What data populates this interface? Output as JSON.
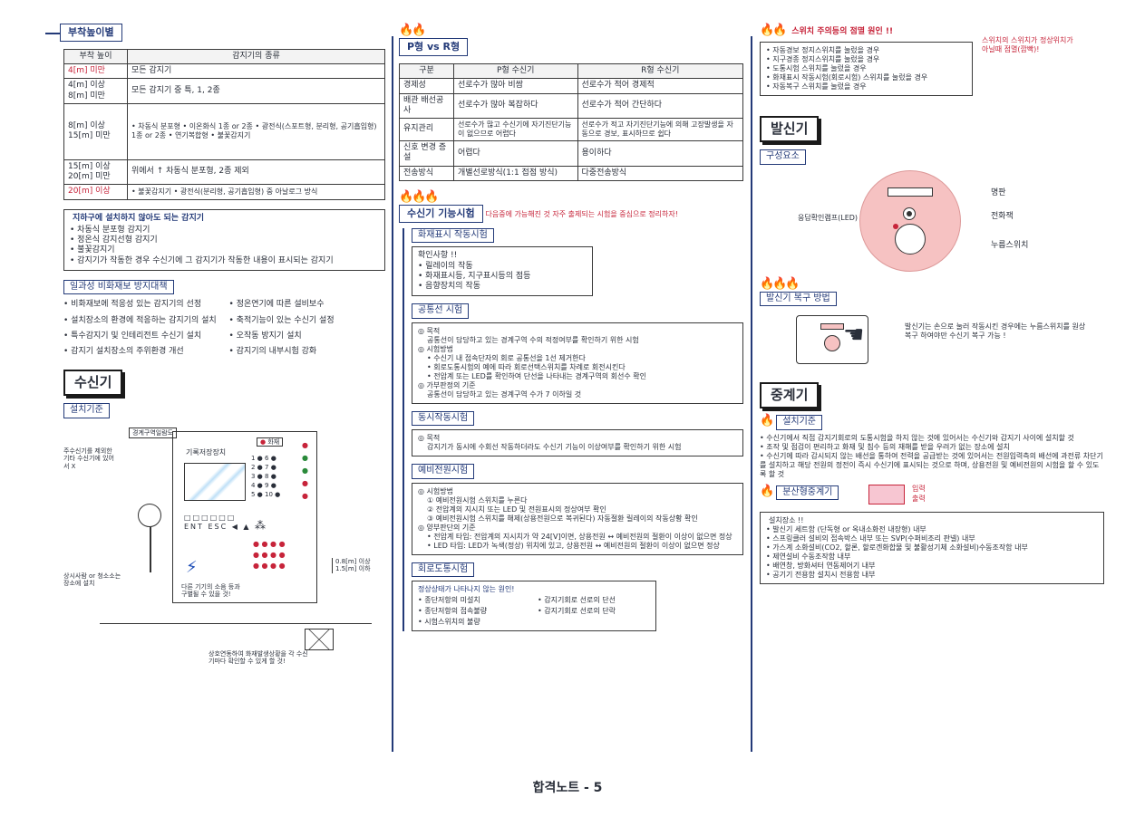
{
  "col1": {
    "height_title": "부착높이별",
    "height_table": {
      "headers": [
        "부착 높이",
        "감지기의 종류"
      ],
      "rows": [
        [
          "4[m] 미만",
          "모든 감지기"
        ],
        [
          "4[m] 이상 8[m] 미만",
          "모든 감지기 중 특, 1, 2종"
        ],
        [
          "8[m] 이상 15[m] 미만",
          "• 차동식 분포형 • 이온화식 1종 or 2종 • 광전식(스포트형, 분리형, 공기흡입형) 1종 or 2종 • 연기복합형 • 불꽃감지기"
        ],
        [
          "15[m] 이상 20[m] 미만",
          "위에서 ↑ 차동식 분포형, 2종 제외"
        ],
        [
          "20[m] 이상",
          "• 불꽃감지기 • 광전식(분리형, 공기흡입형) 중 아날로그 방식"
        ]
      ]
    },
    "nonstorage_title": "지하구에 설치하지 않아도 되는 감지기",
    "nonstorage_items": [
      "차동식 분포형 감지기",
      "정온식 감지선형 감지기",
      "불꽃감지기",
      "감지기가 작동한 경우 수신기에 그 감지기가 작동한 내용이 표시되는 감지기"
    ],
    "prevent_title": "일과성 비화재보 방지대책",
    "prevent_items": [
      "비화재보에 적응성 있는 감지기의 선정",
      "정온연기에 따른 설비보수",
      "설치장소의 환경에 적응하는 감지기의 설치",
      "축적기능이 있는 수신기 설정",
      "특수감지기 및 인테리전트 수신기 설치",
      "오작동 방지기 설치",
      "감지기 설치장소의 주위환경 개선",
      "감지기의 내부시험 강화"
    ],
    "receiver_title": "수신기",
    "install_title": "설치기준",
    "fig_warning": "경계구역일람도",
    "fig_left_note": "주수신기를 제외한 기타 수신기에 있어서 X",
    "fig_panel_title": "기록저장장치",
    "fig_fire": "화재",
    "fig_person_note": "상시사람 or 청소소는 장소에 설치",
    "fig_sound_note": "다른 기기의 소음 등과 구별될 수 있을 것!",
    "fig_height": "0.8[m] 이상 1.5[m] 이하",
    "fig_bottom_note": "상호연동하여 화재발생상황을 각 수신기마다 확인할 수 있게 할 것!"
  },
  "col2": {
    "pr_title": "P형 vs R형",
    "pr_headers": [
      "구분",
      "P형 수신기",
      "R형 수신기"
    ],
    "pr_rows": [
      [
        "경제성",
        "선로수가 많아 비쌈",
        "선로수가 적어 경제적"
      ],
      [
        "배관 배선공사",
        "선로수가 많아 복잡하다",
        "선로수가 적어 간단하다"
      ],
      [
        "유지관리",
        "선로수가 많고 수신기에 자기진단기능이 없으므로 어렵다",
        "선로수가 적고 자기진단기능에 의해 고장발생을 자동으로 경보, 표시하므로 쉽다"
      ],
      [
        "신호 변경 증설",
        "어렵다",
        "용이하다"
      ],
      [
        "전송방식",
        "개별선로방식(1:1 접점 방식)",
        "다중전송방식"
      ]
    ],
    "test_title": "수신기 기능시험",
    "test_note": "다음중에 가능해진 것 자주 출제되는 시험을 중심으로 정리하자!",
    "fire_test_title": "화재표시 작동시험",
    "fire_test_check": "확인사항 !!",
    "fire_test_items": [
      "릴레이의 작동",
      "화재표시등, 지구표시등의 점등",
      "음향장치의 작동"
    ],
    "common_title": "공통선 시험",
    "common_purpose_h": "◎ 목적",
    "common_purpose": "공통선이 담당하고 있는 경계구역 수의 적정여부를 확인하기 위한 시험",
    "common_method_h": "◎ 시험방법",
    "common_method": [
      "수신기 내 접속단자의 회로 공통선을 1선 제거한다",
      "회로도통시험의 예에 따라 회로선택스위치를 차례로 회전시킨다",
      "전압계 또는 LED를 확인하여 단선을 나타내는 경계구역의 회선수 확인"
    ],
    "common_judge_h": "◎ 가부판정의 기준",
    "common_judge": "공통선이 담당하고 있는 경계구역 수가 7 이하일 것",
    "simul_title": "동시작동시험",
    "simul_purpose_h": "◎ 목적",
    "simul_purpose": "감지기가 동시에 수회선 작동하더라도 수신기 기능이 이상여부를 확인하기 위한 시험",
    "backup_title": "예비전원시험",
    "backup_method_h": "◎ 시험방법",
    "backup_method": [
      "① 예비전원시험 스위치를 누른다",
      "② 전압계의 지시치 또는 LED 및 전원표시의 정상여부 확인",
      "③ 예비전원시험 스위치를 해제(상용전원으로 복귀된다) 자동절환 릴레이의 작동상황 확인"
    ],
    "backup_judge_h": "◎ 양부판단의 기준",
    "backup_judge": [
      "전압계 타입: 전압계의 지시치가 약 24[V]이면, 상용전원 ↔ 예비전원의 절환이 이상이 없으면 정상",
      "LED 타입: LED가 녹색(정상) 위치에 있고, 상용전원 ↔ 예비전원의 절환이 이상이 없으면 정상"
    ],
    "conduct_title": "회로도통시험",
    "conduct_check": "정상상태가 나타나지 않는 원인!",
    "conduct_items": [
      "종단저항의 미설치",
      "감지기회로 선로의 단선",
      "종단저항의 접속불량",
      "감지기회로 선로의 단락",
      "시험스위치의 불량"
    ]
  },
  "col3": {
    "switch_title": "스위치 주의등의 점멸 원인 !!",
    "switch_items": [
      "자동경보 정지스위치를 눌렀을 경우",
      "지구경종 정지스위치를 눌렀을 경우",
      "도통시험 스위치를 눌렀을 경우",
      "화재표시 작동시험(회로시험) 스위치를 눌렀을 경우",
      "자동복구 스위치를 눌렀을 경우"
    ],
    "switch_note": "스위치의 스위치가 정상위치가 아닐때 점멸(깜빡)!",
    "trans_title": "발신기",
    "trans_parts_title": "구성요소",
    "trans_labels": [
      "명판",
      "전화잭",
      "누름스위치",
      "응답확인램프(LED)"
    ],
    "restore_title": "발신기 복구 방법",
    "restore_text": "발신기는 손으로 눌러 작동시킨 경우에는 누름스위치를 원상복구 하여야만 수신기 복구 가능 !",
    "rel_title": "중계기",
    "rel_install_title": "설치기준",
    "rel_install_items": [
      "수신기에서 직접 감지기회로의 도통시험을 하지 않는 것에 있어서는 수신기와 감지기 사이에 설치할 것",
      "조작 및 점검이 편리하고 화재 및 침수 등의 재해를 받을 우려가 없는 장소에 설치",
      "수신기에 따라 감시되지 않는 배선을 통하여 전력을 공급받는 것에 있어서는 전원입력측의 배선에 과전류 차단기를 설치하고 해당 전원의 정전이 즉시 수신기에 표시되는 것으로 하며, 상용전원 및 예비전원의 시험을 할 수 있도록 할 것"
    ],
    "dist_title": "분산형중계기",
    "dist_labels": [
      "입력",
      "출력"
    ],
    "dist_install_title": "설치장소 !!",
    "dist_install_items": [
      "발신기 세트함 (단독형 or 옥내소화전 내장형) 내부",
      "스프링클러 설비의 접속박스 내부 또는 SVP(수퍼비조리 판넬) 내부",
      "가스계 소화설비(CO2, 할론, 할로겐화합물 및 불활성기체 소화설비)수동조작함 내부",
      "제연설비 수동조작함 내부",
      "배연창, 방화셔터 연동제어기 내부",
      "공기기 전용함 설치시 전용함 내부"
    ]
  },
  "footer": "합격노트 - 5"
}
